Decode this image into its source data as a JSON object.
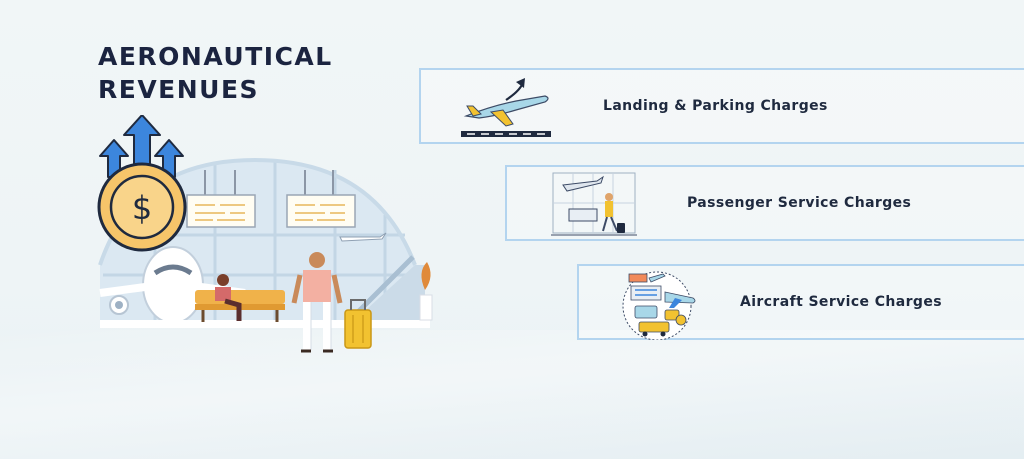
{
  "heading": {
    "line1": "AERONAUTICAL",
    "line2": "REVENUES"
  },
  "hero": {
    "currency_symbol": "$"
  },
  "cards": [
    {
      "label": "Landing & Parking Charges",
      "icon": "airplane-takeoff-icon"
    },
    {
      "label": "Passenger Service Charges",
      "icon": "passenger-terminal-icon"
    },
    {
      "label": "Aircraft Service Charges",
      "icon": "airport-services-icon"
    }
  ],
  "colors": {
    "title": "#1b2440",
    "card_border": "#b3d4ef",
    "arrow_blue": "#3c86dd",
    "coin_gold": "#f6c56a",
    "coin_outline": "#1f2a3f",
    "luggage_yellow": "#f2c230"
  }
}
